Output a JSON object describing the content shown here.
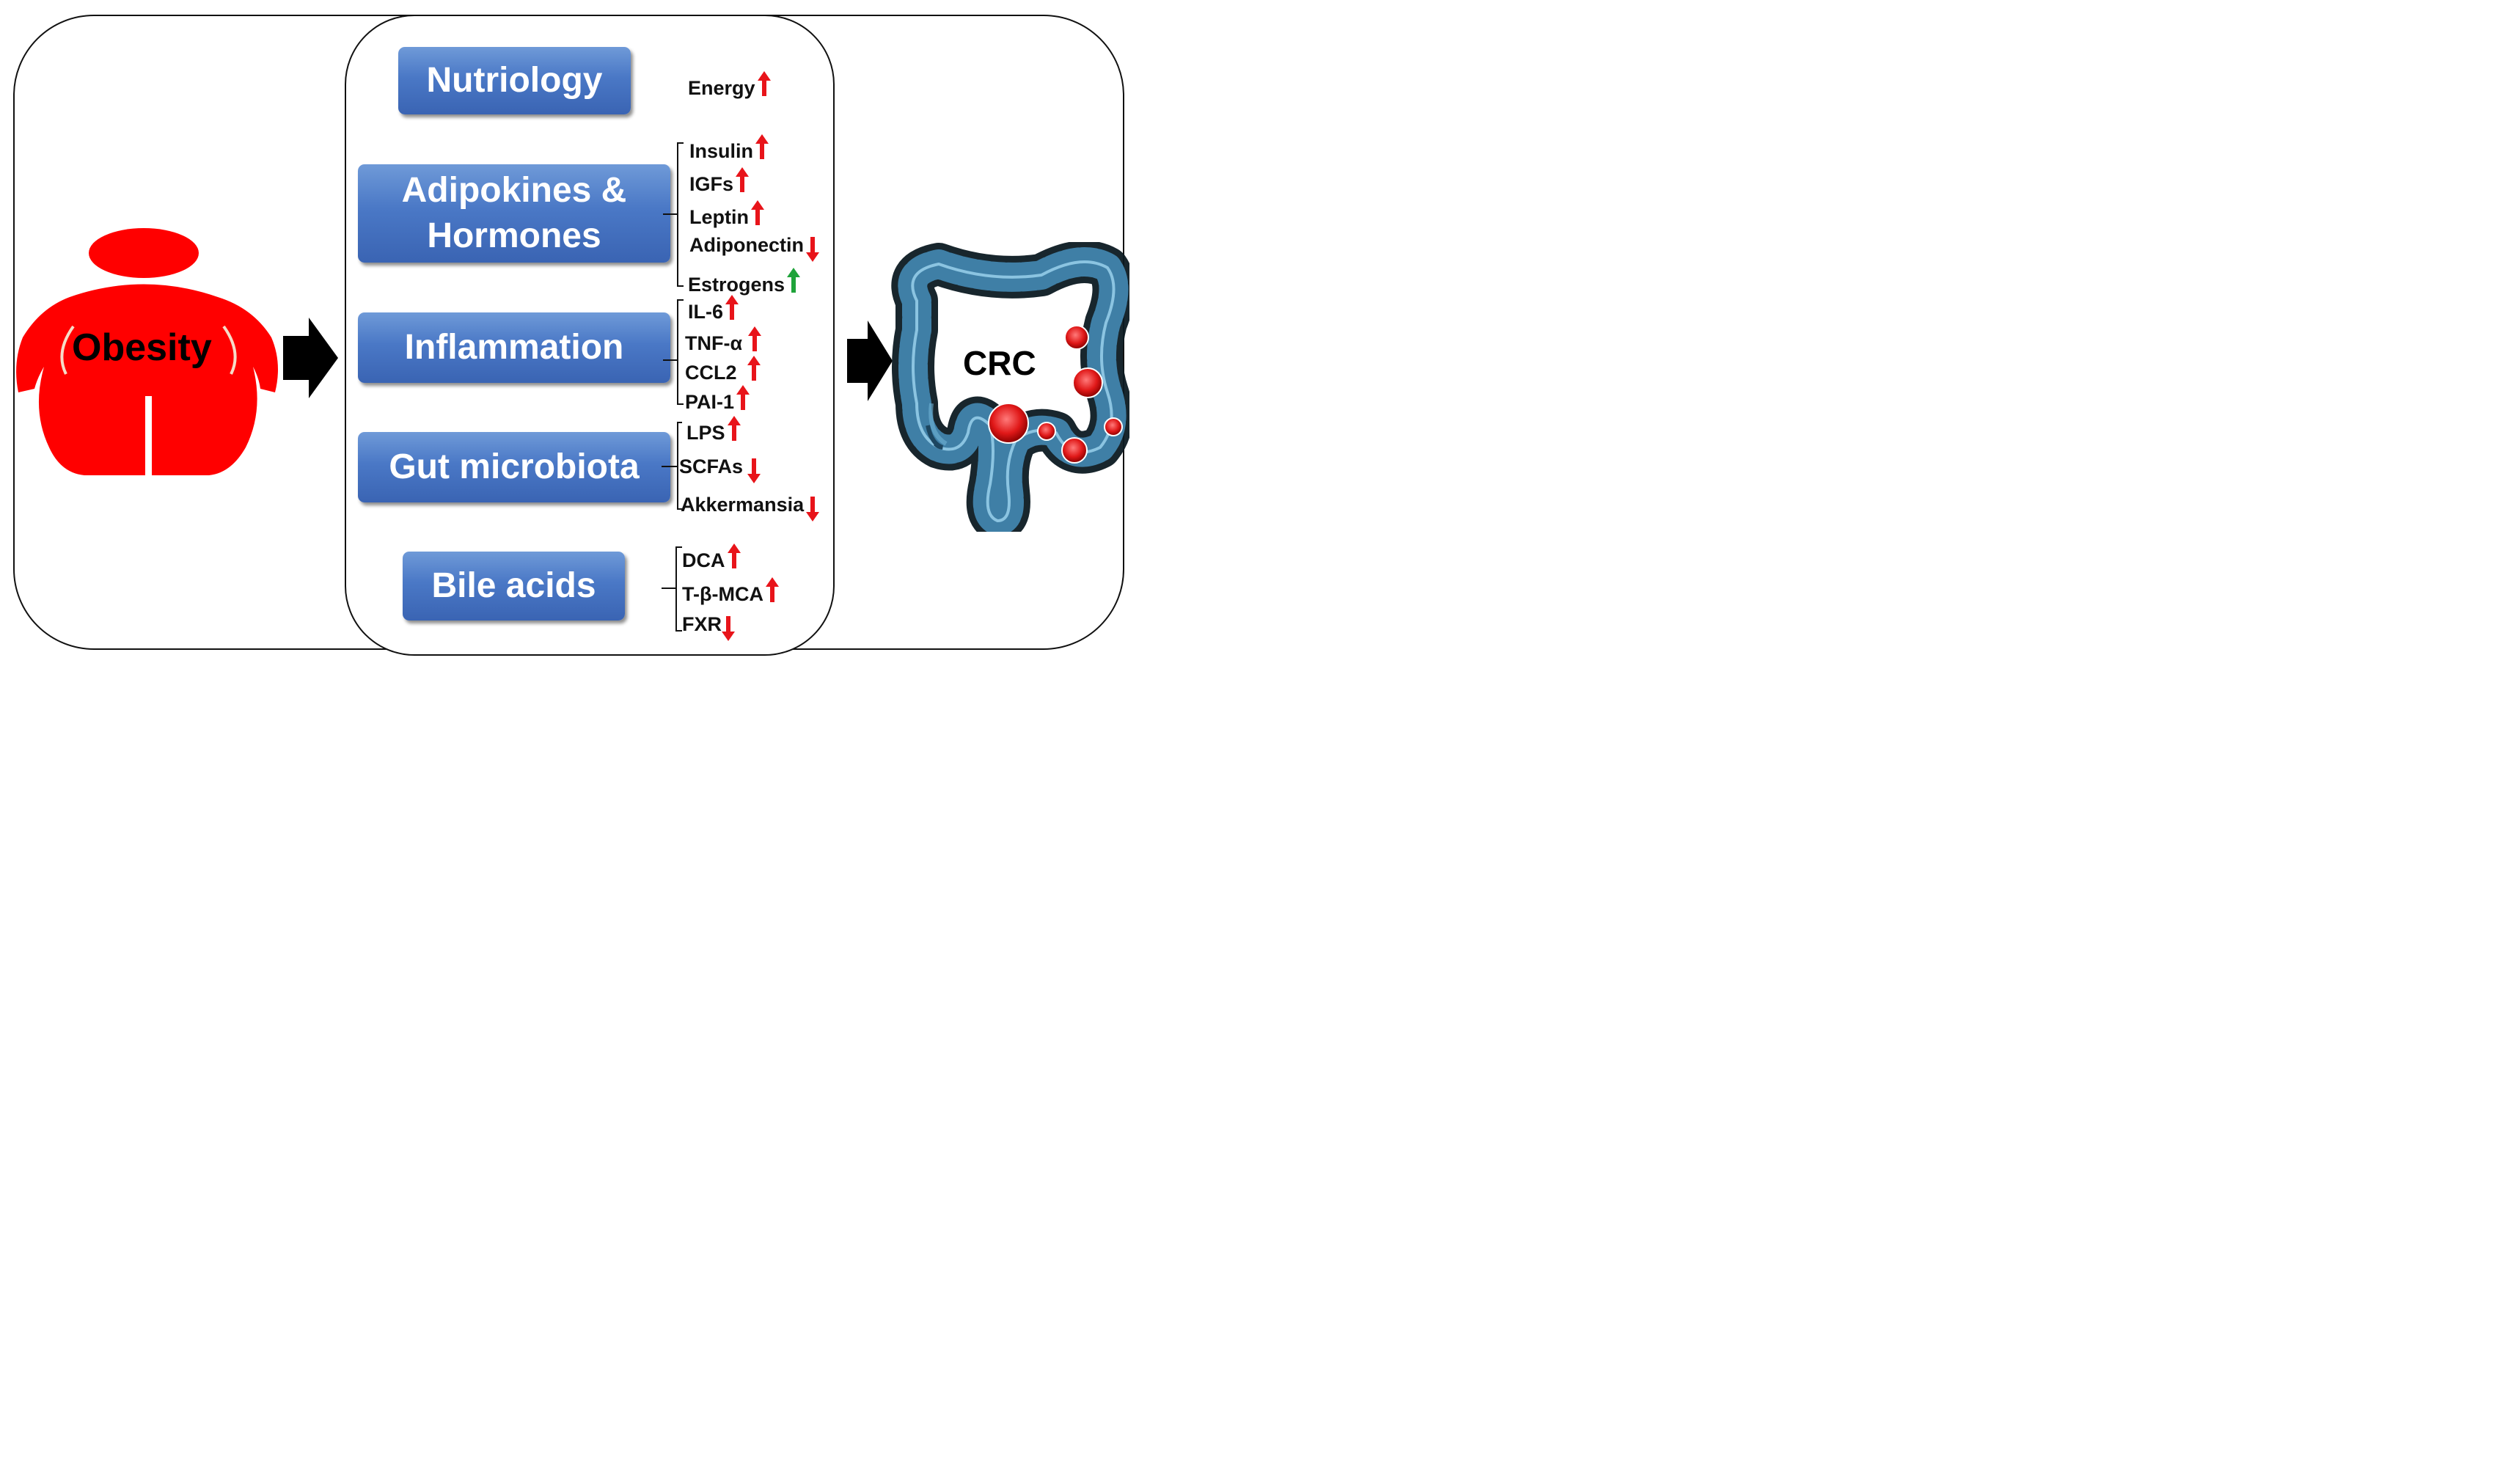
{
  "left_label": "Obesity",
  "right_label": "CRC",
  "colors": {
    "up": "#e8141a",
    "up_green": "#1fa33a",
    "down": "#e8141a",
    "box_text": "#ffffff"
  },
  "categories": [
    {
      "title_lines": [
        "Nutriology"
      ],
      "factors": [
        {
          "label": "Energy",
          "direction": "up",
          "color": "red"
        }
      ]
    },
    {
      "title_lines": [
        "Adipokines &",
        "Hormones"
      ],
      "factors": [
        {
          "label": "Insulin",
          "direction": "up",
          "color": "red"
        },
        {
          "label": "IGFs",
          "direction": "up",
          "color": "red"
        },
        {
          "label": "Leptin",
          "direction": "up",
          "color": "red"
        },
        {
          "label": "Adiponectin",
          "direction": "down",
          "color": "red"
        },
        {
          "label": "Estrogens",
          "direction": "up",
          "color": "green"
        }
      ]
    },
    {
      "title_lines": [
        "Inflammation"
      ],
      "factors": [
        {
          "label": "IL-6",
          "direction": "up",
          "color": "red"
        },
        {
          "label": "TNF-α",
          "direction": "up",
          "color": "red"
        },
        {
          "label": "CCL2",
          "direction": "up",
          "color": "red"
        },
        {
          "label": "PAI-1",
          "direction": "up",
          "color": "red"
        }
      ]
    },
    {
      "title_lines": [
        "Gut microbiota"
      ],
      "factors": [
        {
          "label": "LPS",
          "direction": "up",
          "color": "red"
        },
        {
          "label": "SCFAs",
          "direction": "down",
          "color": "red"
        },
        {
          "label": "Akkermansia",
          "direction": "down",
          "color": "red"
        }
      ]
    },
    {
      "title_lines": [
        "Bile acids"
      ],
      "factors": [
        {
          "label": "DCA",
          "direction": "up",
          "color": "red"
        },
        {
          "label": "T-β-MCA",
          "direction": "up",
          "color": "red"
        },
        {
          "label": "FXR",
          "direction": "down",
          "color": "red"
        }
      ]
    }
  ],
  "icons": [
    "obesity-body-icon",
    "colon-icon",
    "tumor-icon",
    "right-arrow-icon",
    "up-arrow-icon",
    "down-arrow-icon"
  ]
}
